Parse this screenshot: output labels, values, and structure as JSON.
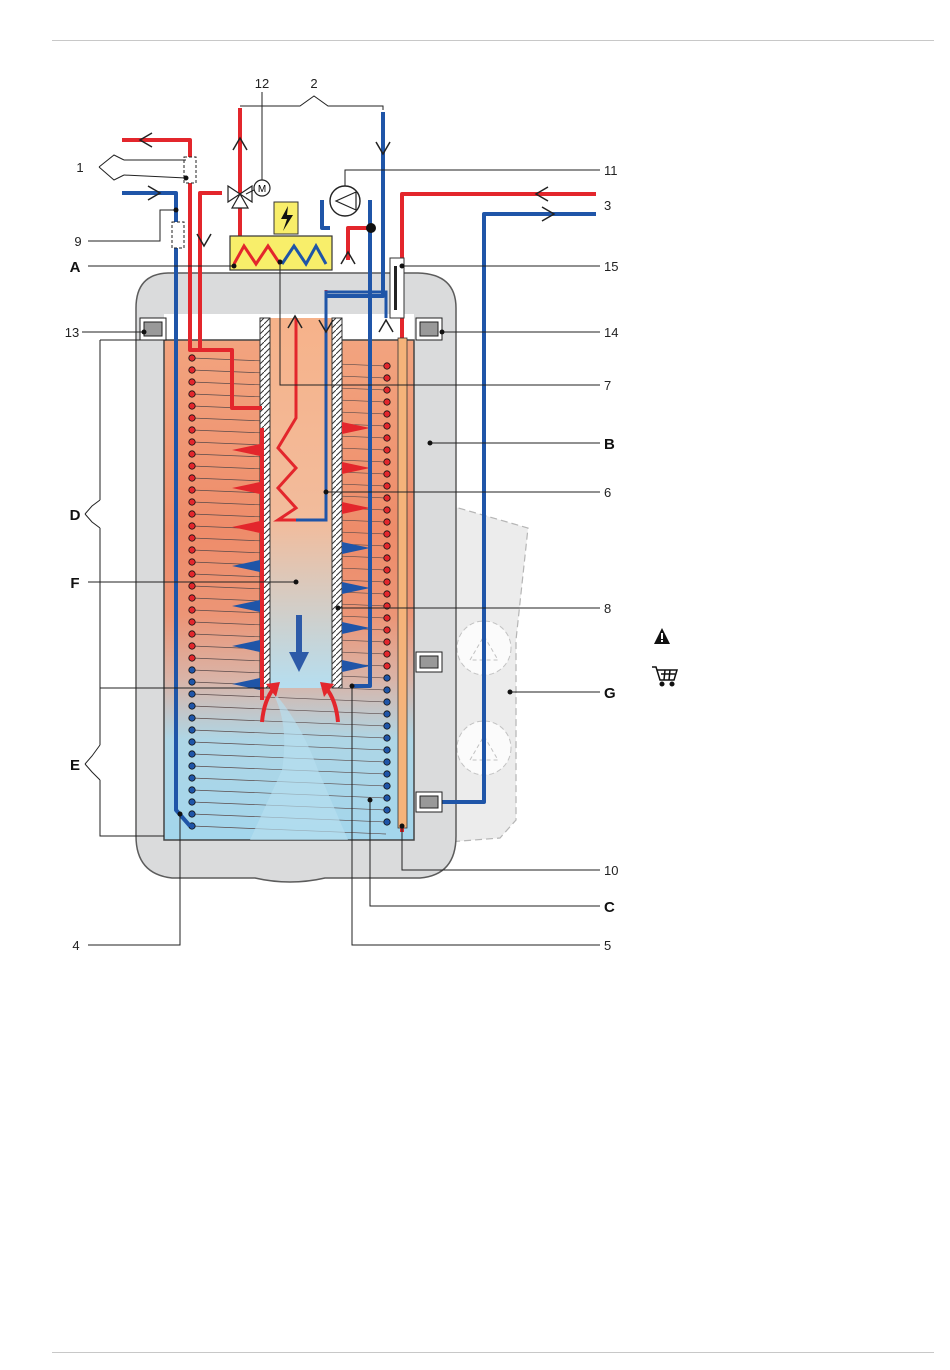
{
  "labels": {
    "n1": "1",
    "n2": "2",
    "n3": "3",
    "n4": "4",
    "n5": "5",
    "n6": "6",
    "n7": "7",
    "n8": "8",
    "n9": "9",
    "n10": "10",
    "n11": "11",
    "n12": "12",
    "n13": "13",
    "n14": "14",
    "n15": "15",
    "A": "A",
    "B": "B",
    "C": "C",
    "D": "D",
    "E": "E",
    "F": "F",
    "G": "G"
  },
  "valve_motor_letter": "M",
  "colors": {
    "hot": "#e3262c",
    "cold": "#1f55a8",
    "shell": "#dadbdc",
    "shell_outline": "#5c5c5c",
    "water_warm": "#ef8e6b",
    "water_cold": "#a8d9ee",
    "heater_box": "#f8ee6a"
  },
  "icons": [
    "warning-icon",
    "cart-icon"
  ]
}
